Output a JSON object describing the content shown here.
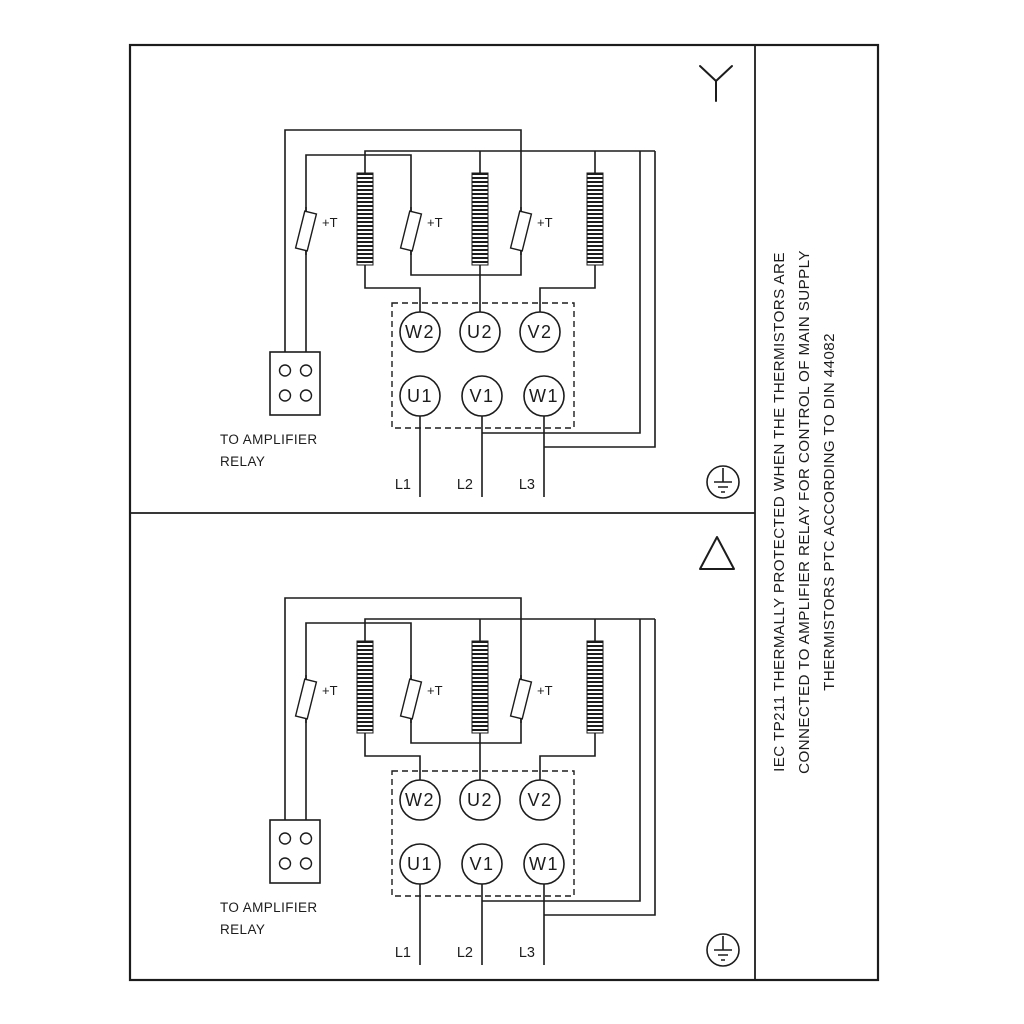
{
  "page": {
    "background": "#ffffff",
    "line_color": "#1c1c1c"
  },
  "panels": [
    {
      "connection": "star",
      "corner_icon": "star-icon",
      "thermistor_label": "+T",
      "terminals_top": [
        "W2",
        "U2",
        "V2"
      ],
      "terminals_bottom": [
        "U1",
        "V1",
        "W1"
      ],
      "supply_labels": [
        "L1",
        "L2",
        "L3"
      ],
      "relay_note": [
        "TO AMPLIFIER",
        "RELAY"
      ]
    },
    {
      "connection": "delta",
      "corner_icon": "delta-icon",
      "thermistor_label": "+T",
      "terminals_top": [
        "W2",
        "U2",
        "V2"
      ],
      "terminals_bottom": [
        "U1",
        "V1",
        "W1"
      ],
      "supply_labels": [
        "L1",
        "L2",
        "L3"
      ],
      "relay_note": [
        "TO AMPLIFIER",
        "RELAY"
      ]
    }
  ],
  "side_note": {
    "lines": [
      "IEC TP211 THERMALLY PROTECTED WHEN THE THERMISTORS ARE",
      "CONNECTED TO AMPLIFIER RELAY FOR CONTROL OF MAIN SUPPLY",
      "THERMISTORS PTC ACCORDING TO DIN 44082"
    ]
  }
}
